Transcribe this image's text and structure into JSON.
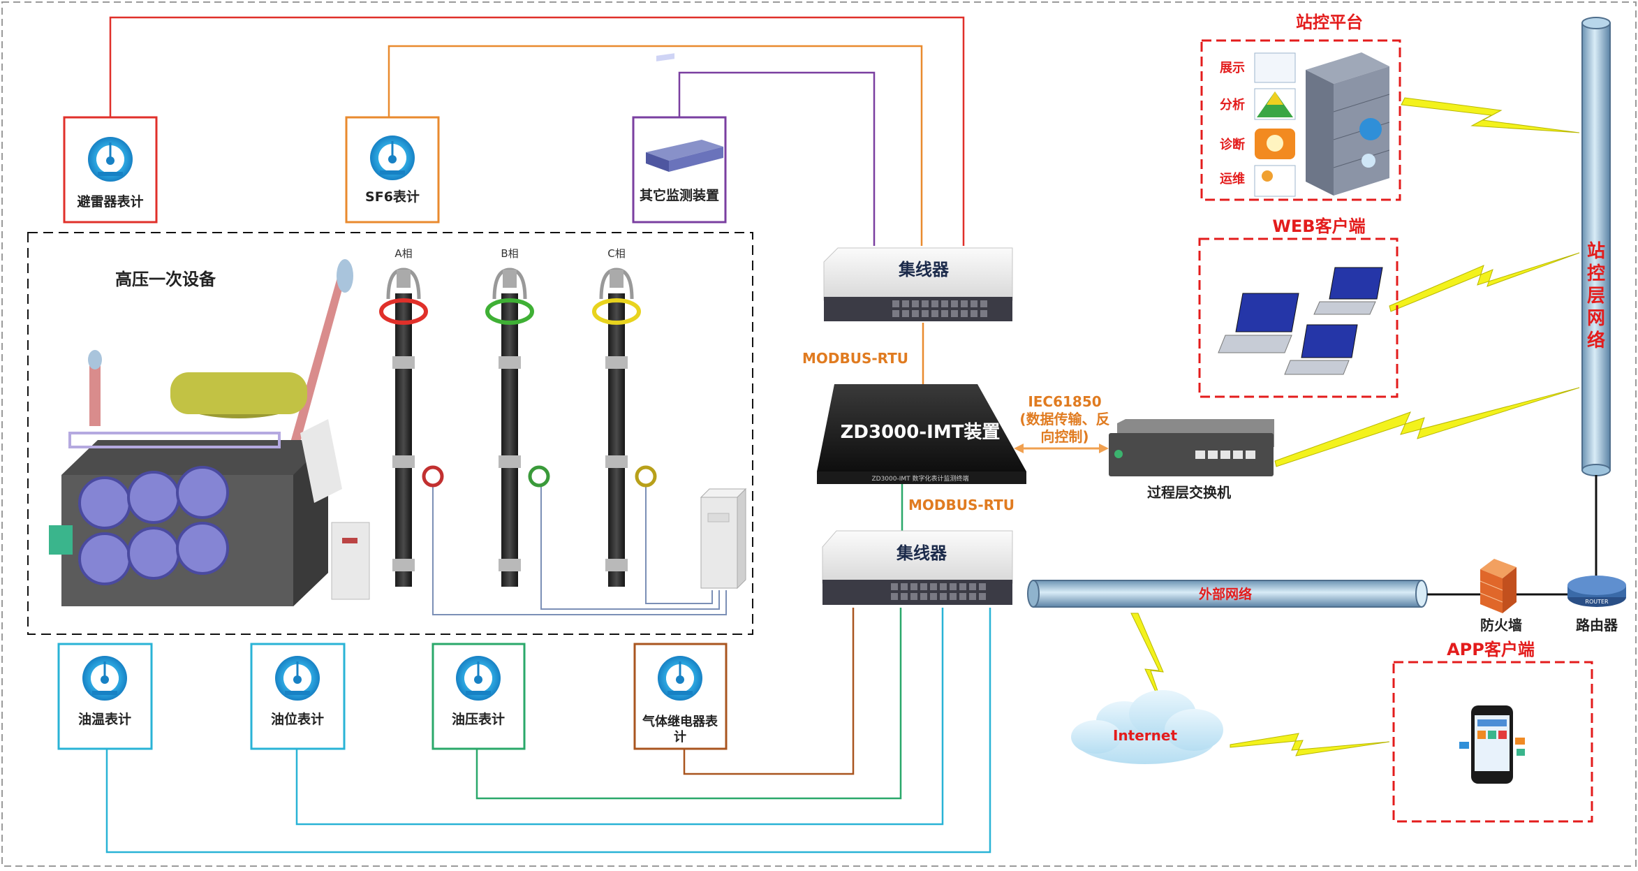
{
  "labels": {
    "arrester": "避雷器表计",
    "sf6": "SF6表计",
    "other_monitor": "其它监测装置",
    "hv_equipment": "高压一次设备",
    "phase_a": "A相",
    "phase_b": "B相",
    "phase_c": "C相",
    "hub_top": "集线器",
    "hub_bottom": "集线器",
    "modbus_top": "MODBUS-RTU",
    "modbus_bottom": "MODBUS-RTU",
    "device": "ZD3000-IMT装置",
    "device_small": "ZD3000-IMT 数字化表计监测终端",
    "iec_line1": "IEC61850",
    "iec_line2": "(数据传输、反",
    "iec_line3": "向控制)",
    "process_switch": "过程层交换机",
    "station_platform": "站控平台",
    "menu_display": "展示",
    "menu_analysis": "分析",
    "menu_diagnosis": "诊断",
    "menu_maintenance": "运维",
    "web_client": "WEB客户端",
    "station_network": "站控层网络",
    "external_network": "外部网络",
    "firewall": "防火墙",
    "router": "路由器",
    "router_small": "ROUTER",
    "app_client": "APP客户端",
    "internet": "Internet",
    "oil_temp": "油温表计",
    "oil_level": "油位表计",
    "oil_pressure": "油压表计",
    "gas_relay_line1": "气体继电器表",
    "gas_relay_line2": "计"
  },
  "colors": {
    "red_line": "#e0302a",
    "orange_line": "#e98a2e",
    "purple_line": "#7a3fa0",
    "cyan_line": "#29b3d6",
    "green_line": "#2aa86a",
    "brown_line": "#a9551f",
    "gray_blue_line": "#7b8fb6",
    "title_red": "#e31c1c",
    "modbus_orange": "#e07b20",
    "pipe_blue": "#9ec3dc",
    "lightning_yellow": "#f3f21c"
  }
}
